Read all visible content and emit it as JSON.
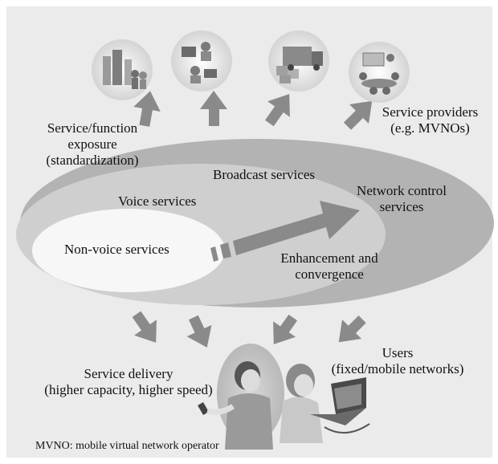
{
  "labels": {
    "exposure_1": "Service/function",
    "exposure_2": "exposure",
    "exposure_3": "(standardization)",
    "providers_1": "Service providers",
    "providers_2": "(e.g. MVNOs)",
    "broadcast": "Broadcast services",
    "network_control_1": "Network control",
    "network_control_2": "services",
    "voice": "Voice services",
    "non_voice": "Non-voice services",
    "enhancement_1": "Enhancement and",
    "enhancement_2": "convergence",
    "users_1": "Users",
    "users_2": "(fixed/mobile networks)",
    "delivery_1": "Service delivery",
    "delivery_2": "(higher capacity, higher speed)"
  },
  "footnote": "MVNO: mobile virtual network operator",
  "colors": {
    "background": "#ebebeb",
    "outer_ellipse": "#b3b3b3",
    "mid_ellipse": "#cfcfcf",
    "inner_ellipse": "#f7f7f7",
    "arrow": "#8a8a8a"
  },
  "icons": [
    "office-buildings-icon",
    "computer-users-icon",
    "delivery-truck-icon",
    "business-meeting-icon",
    "person-with-phone-icon",
    "person-with-laptop-icon"
  ]
}
